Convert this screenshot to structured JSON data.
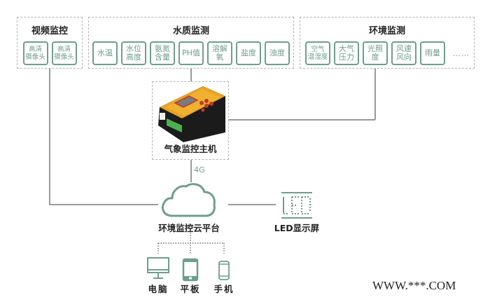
{
  "groups": {
    "video": {
      "title": "视频监控",
      "items": [
        "高清\n摄像头",
        "高清\n摄像头"
      ]
    },
    "water": {
      "title": "水质监测",
      "items": [
        "水温",
        "水位\n高度",
        "氨氮\n含量",
        "PH值",
        "溶解\n氧",
        "盐度",
        "浊度"
      ]
    },
    "environment": {
      "title": "环境监测",
      "items": [
        "空气\n温湿度",
        "大气\n压力",
        "光照\n度",
        "风速\n风向",
        "雨量"
      ],
      "more": "……"
    }
  },
  "host": {
    "label": "气象监控主机"
  },
  "link": {
    "label": "4G"
  },
  "cloud": {
    "label": "环境监控云平台"
  },
  "led": {
    "label": "LED显示屏"
  },
  "devices": [
    {
      "name": "电脑",
      "icon": "monitor-icon"
    },
    {
      "name": "平板",
      "icon": "tablet-icon"
    },
    {
      "name": "手机",
      "icon": "phone-icon"
    }
  ],
  "watermark": "WWW.***.COM",
  "colors": {
    "accent": "#6f9e8c",
    "line": "#9a9a9a",
    "border": "#b3b3b3",
    "text": "#222222"
  }
}
